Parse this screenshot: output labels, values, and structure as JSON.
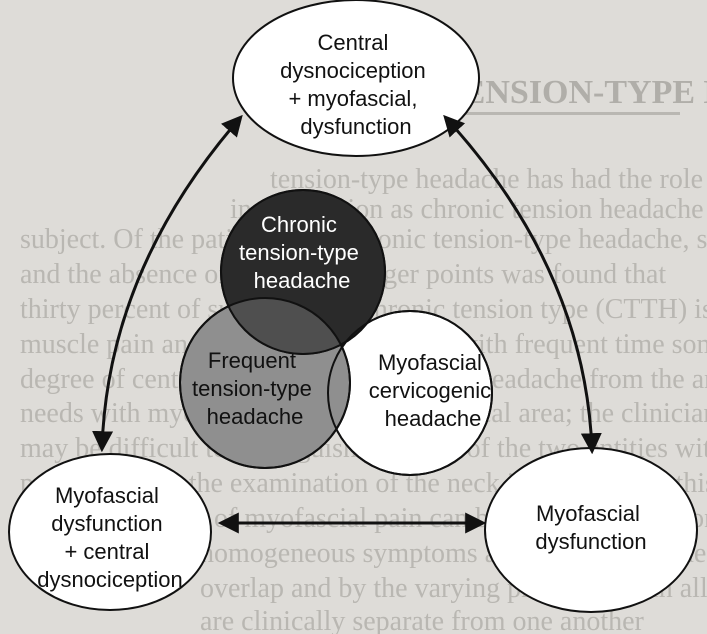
{
  "nodes": {
    "top": [
      "Central",
      "dysnociception",
      "+ myofascial,",
      "dysfunction"
    ],
    "bottom_left": [
      "Myofascial",
      "dysfunction",
      "+ central",
      "dysnociception"
    ],
    "bottom_right": [
      "Myofascial",
      "dysfunction"
    ],
    "chronic": [
      "Chronic",
      "tension-type",
      "headache"
    ],
    "frequent": [
      "Frequent",
      "tension-type",
      "headache"
    ],
    "cervicogenic": [
      "Myofascial",
      "cervicogenic",
      "headache"
    ]
  },
  "colors": {
    "page": "#dedcd8",
    "chronic_fill": "#2a2a2a",
    "frequent_fill": "#8f8f8f",
    "cervicogenic_fill": "#ffffff",
    "overlap_fill": "#4f4f4f",
    "outline": "#111111"
  }
}
